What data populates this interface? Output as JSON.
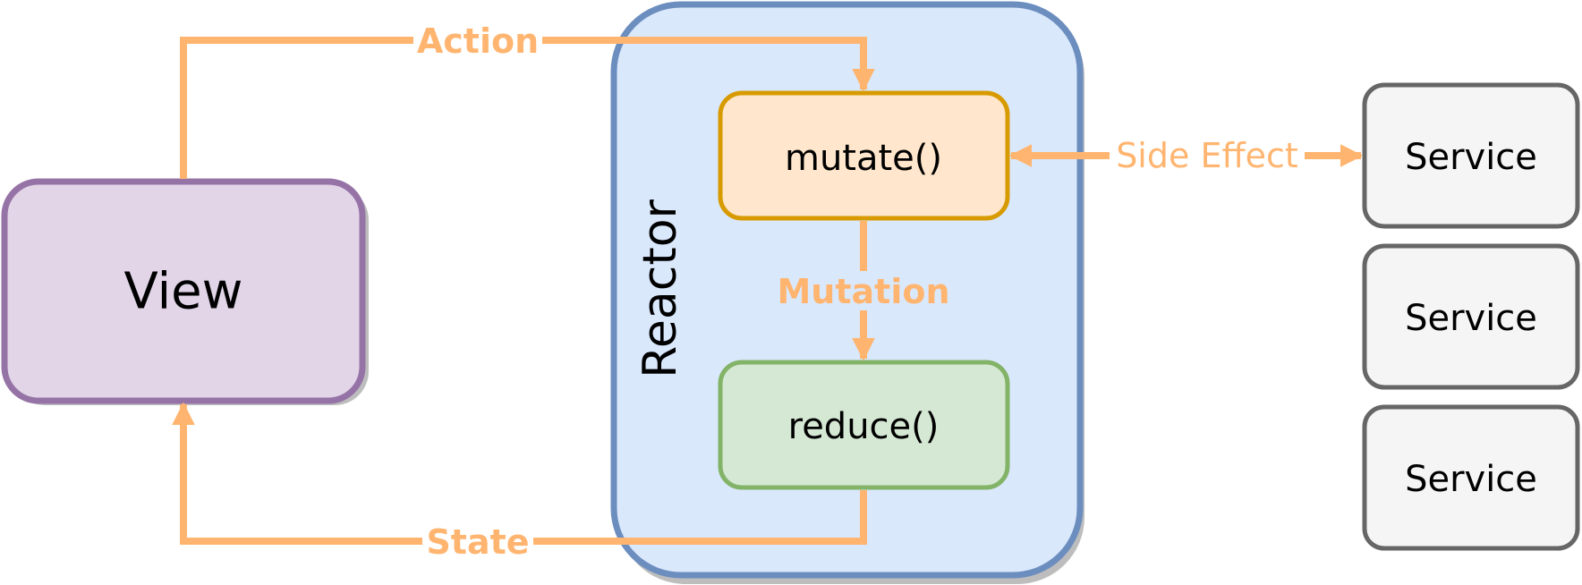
{
  "nodes": {
    "view": {
      "label": "View"
    },
    "reactor": {
      "label": "Reactor"
    },
    "mutate": {
      "label": "mutate()"
    },
    "reduce": {
      "label": "reduce()"
    },
    "services": [
      {
        "label": "Service"
      },
      {
        "label": "Service"
      },
      {
        "label": "Service"
      }
    ]
  },
  "edges": {
    "action": {
      "label": "Action"
    },
    "state": {
      "label": "State"
    },
    "mutation": {
      "label": "Mutation"
    },
    "side_effect": {
      "label": "Side Effect"
    }
  },
  "colors": {
    "arrow": "#FFB570",
    "view_fill": "#E1D5E7",
    "view_stroke": "#9673A6",
    "reactor_fill": "#DAE8FC",
    "reactor_stroke": "#6C8EBF",
    "mutate_fill": "#FFE6CC",
    "mutate_stroke": "#D79B00",
    "reduce_fill": "#D5E8D4",
    "reduce_stroke": "#82B366",
    "service_fill": "#F5F5F5",
    "service_stroke": "#666666",
    "shadow": "#BDBDBD"
  }
}
